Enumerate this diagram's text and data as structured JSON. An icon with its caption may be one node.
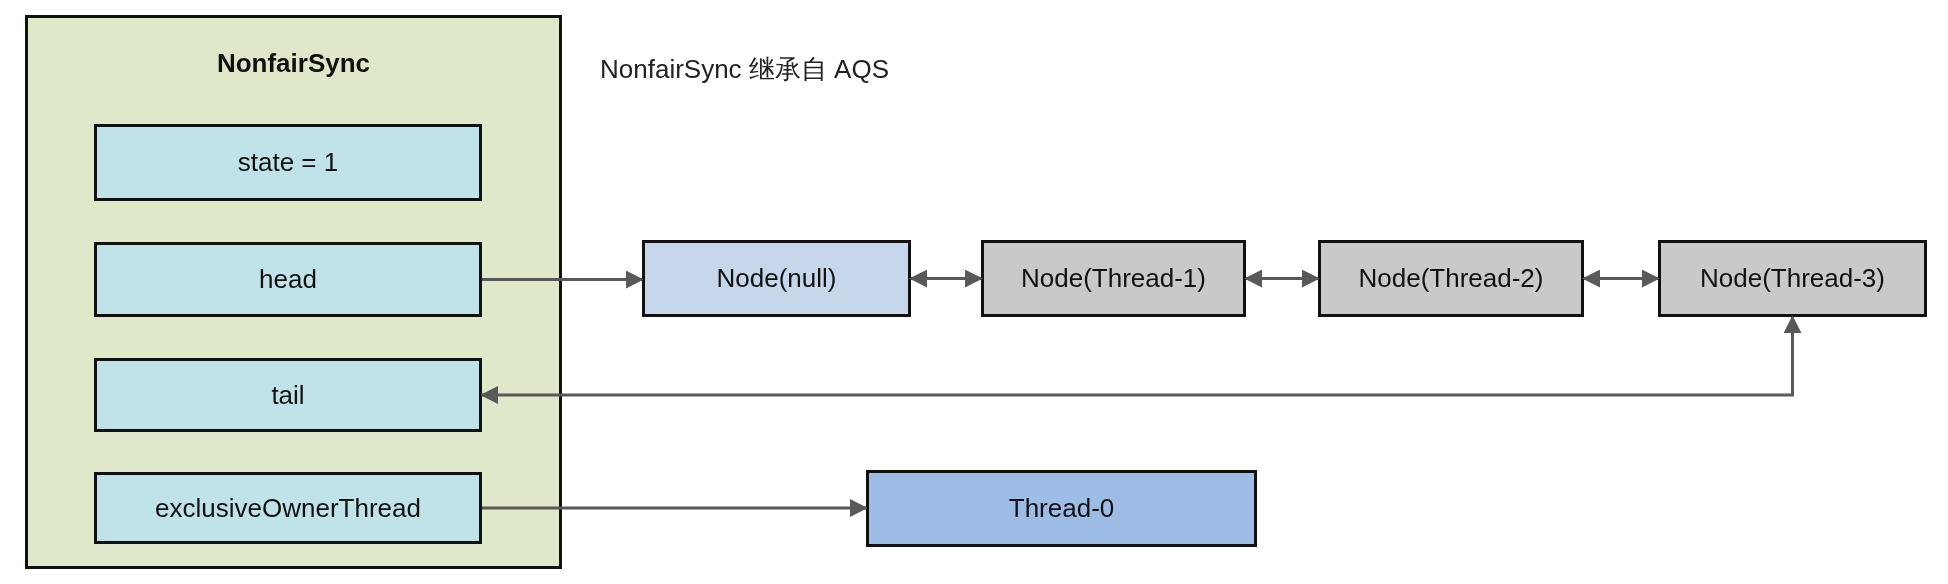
{
  "diagram": {
    "nodes": [
      {
        "text": [
          "NonfairSync"
        ]
      },
      {
        "text": [
          "state = 1"
        ],
        "in": 0
      },
      {
        "text": [
          "head"
        ],
        "in": 0
      },
      {
        "text": [
          "tail"
        ],
        "in": 0
      },
      {
        "text": [
          "exclusiveOwnerThread"
        ],
        "in": 0
      },
      {
        "text": [
          "Node(null)"
        ]
      },
      {
        "text": [
          "Node(Thread-1)"
        ]
      },
      {
        "text": [
          "Node(Thread-2)"
        ]
      },
      {
        "text": [
          "Node(Thread-3)"
        ]
      },
      {
        "text": [
          "Thread-0"
        ]
      }
    ],
    "edges": [
      {
        "from": 2,
        "to": 5,
        "arrow": "to"
      },
      {
        "from": 5,
        "to": 6,
        "arrow": "both"
      },
      {
        "from": 6,
        "to": 7,
        "arrow": "both"
      },
      {
        "from": 7,
        "to": 8,
        "arrow": "both"
      },
      {
        "from": 3,
        "to": 8,
        "arrow": "both"
      },
      {
        "from": 4,
        "to": 9,
        "arrow": "to"
      }
    ],
    "labels": [
      "NonfairSync 继承自 AQS"
    ]
  }
}
